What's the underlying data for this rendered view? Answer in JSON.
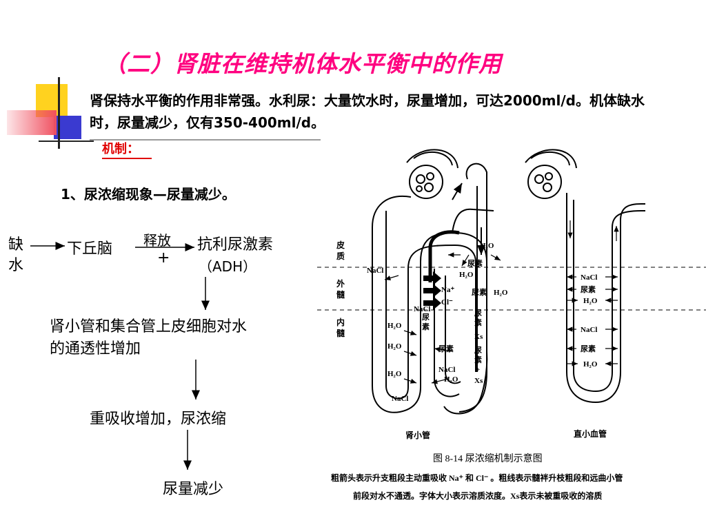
{
  "title": "（二）肾脏在维持机体水平衡中的作用",
  "intro": "肾保持水平衡的作用非常强。水利尿：大量饮水时，尿量增加，可达2000ml/d。机体缺水时，尿量减少，仅有350-400ml/d。",
  "mechanism_label": "机制：",
  "step1": "1、尿浓缩现象—尿量减少。",
  "flow": {
    "deficit_line1": "缺",
    "deficit_line2": "水",
    "hypothalamus": "下丘脑",
    "release": "释放",
    "plus": "+",
    "adh_line1": "抗利尿激素",
    "adh_line2": "（ADH）",
    "permeability_line1": "肾小管和集合管上皮细胞对水",
    "permeability_line2": "的通透性增加",
    "reabsorption": "重吸收增加，尿浓缩",
    "result": "尿量减少"
  },
  "figure": {
    "zones": [
      "皮\n质",
      "外\n髓",
      "内\n髓"
    ],
    "caption": "图 8-14   尿浓缩机制示意图",
    "note_line1": "粗箭头表示升支粗段主动重吸收 Na⁺ 和 Cl⁻ 。粗线表示髓袢升枝粗段和远曲小管",
    "note_line2": "前段对水不通透。字体大小表示溶质浓度。Xs表示未被重吸收的溶质",
    "left_label": "肾小管",
    "right_label": "直小血管",
    "labels": {
      "nacl": "NaCl",
      "h2o": "H₂O",
      "urea": "尿素",
      "na": "Na⁺",
      "cl": "Cl⁻",
      "xs": "Xs",
      "plus": "+"
    }
  },
  "colors": {
    "title": "#ff0080",
    "mechanism": "#e00000",
    "deco_yellow": "#ffd21f",
    "deco_blue": "#3a3ad0",
    "deco_red": "#f05060"
  }
}
